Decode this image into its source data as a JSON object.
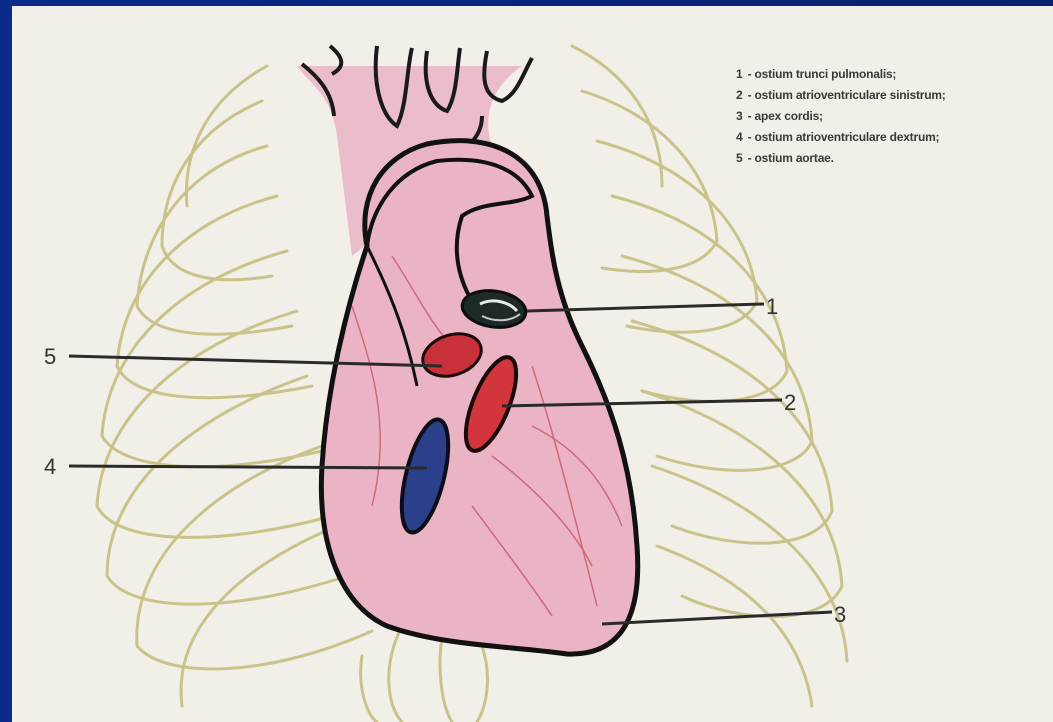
{
  "legend": {
    "items": [
      {
        "num": "1",
        "text": "- ostium trunci pulmonalis;"
      },
      {
        "num": "2",
        "text": "- ostium atrioventriculare sinistrum;"
      },
      {
        "num": "3",
        "text": "- apex cordis;"
      },
      {
        "num": "4",
        "text": "- ostium atrioventriculare dextrum;"
      },
      {
        "num": "5",
        "text": "- ostium aortae."
      }
    ]
  },
  "callouts": {
    "c1": "1",
    "c2": "2",
    "c3": "3",
    "c4": "4",
    "c5": "5"
  },
  "colors": {
    "frame": "#0a1f6e",
    "paper": "#f2efe9",
    "heart_fill": "#eab4c4",
    "ribs": "#c9c38a",
    "pulmonary_ostium": "#1e2a28",
    "aortic_ostium": "#c8303a",
    "left_av_ostium": "#d2363c",
    "right_av_ostium": "#2c3f8a"
  }
}
